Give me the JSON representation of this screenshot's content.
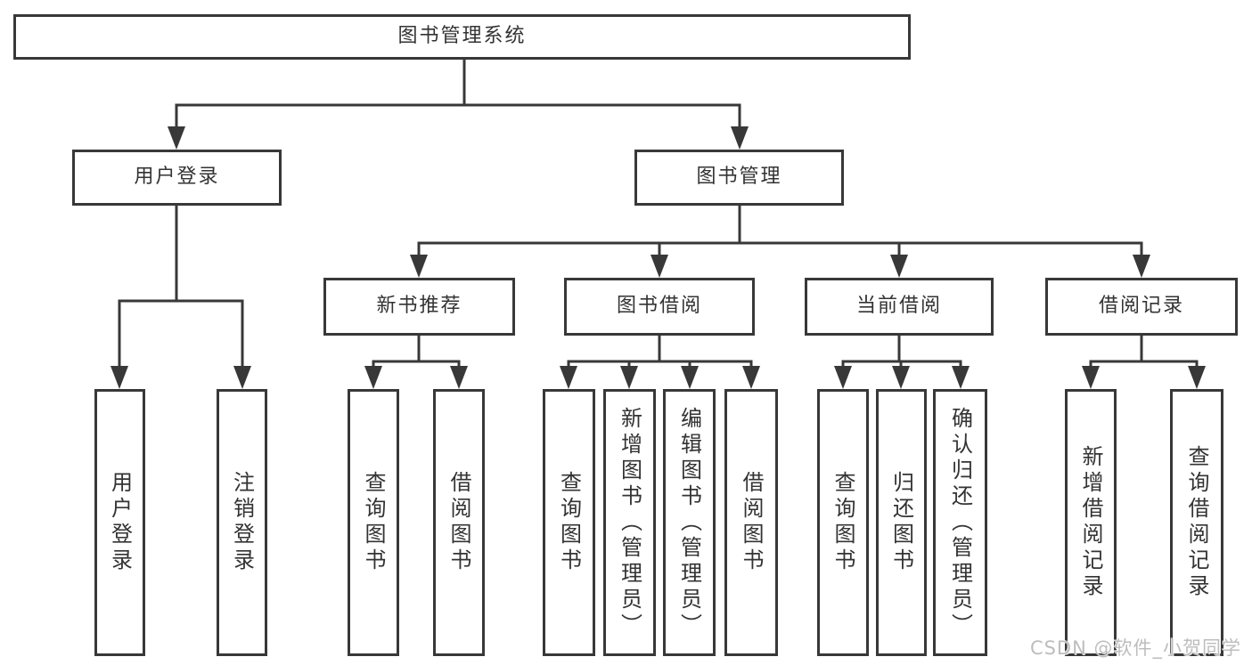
{
  "colors": {
    "line": "#383838",
    "ink": "#333333",
    "wm": "#bdbdbd"
  },
  "watermark": "CSDN @软件_小贺同学",
  "tree": {
    "label": "图书管理系统",
    "children": [
      {
        "label": "用户登录",
        "children": [
          {
            "label": "用户登录"
          },
          {
            "label": "注销登录"
          }
        ]
      },
      {
        "label": "图书管理",
        "children": [
          {
            "label": "新书推荐",
            "children": [
              {
                "label": "查询图书"
              },
              {
                "label": "借阅图书"
              }
            ]
          },
          {
            "label": "图书借阅",
            "children": [
              {
                "label": "查询图书"
              },
              {
                "label": "新增图书（管理员）"
              },
              {
                "label": "编辑图书（管理员）"
              },
              {
                "label": "借阅图书"
              }
            ]
          },
          {
            "label": "当前借阅",
            "children": [
              {
                "label": "查询图书"
              },
              {
                "label": "归还图书"
              },
              {
                "label": "确认归还（管理员）"
              }
            ]
          },
          {
            "label": "借阅记录",
            "children": [
              {
                "label": "新增借阅记录"
              },
              {
                "label": "查询借阅记录"
              }
            ]
          }
        ]
      }
    ]
  }
}
